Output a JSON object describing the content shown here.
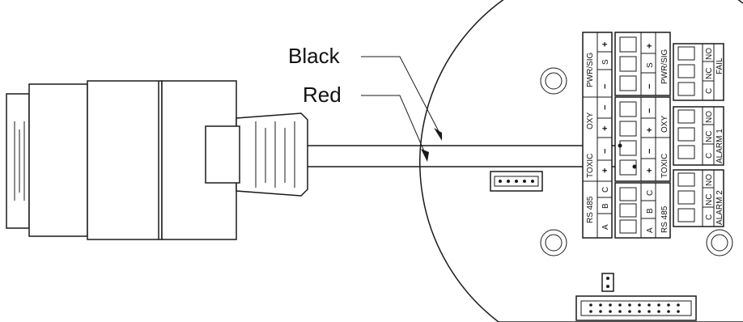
{
  "labels": {
    "black": "Black",
    "red": "Red"
  },
  "left_block": {
    "pwr_sig": "PWR/SIG",
    "minus": "−",
    "s": "S",
    "plus": "+",
    "oxy": "OXY",
    "toxic": "TOXIC",
    "rs485": "RS 485",
    "a": "A",
    "b": "B",
    "c": "C"
  },
  "right_blocks": {
    "pwr_sig": "PWR/SIG",
    "oxy": "OXY",
    "toxic": "TOXIC",
    "rs485": "RS 485",
    "minus": "−",
    "s": "S",
    "plus": "+",
    "a": "A",
    "b": "B",
    "c": "C"
  },
  "relays": {
    "fail": "FAIL",
    "alarm1": "ALARM 1",
    "alarm2": "ALARM 2",
    "c": "C",
    "nc": "NC",
    "no": "NO"
  },
  "colors": {
    "line": "#1a1a1a",
    "background": "#ffffff"
  }
}
